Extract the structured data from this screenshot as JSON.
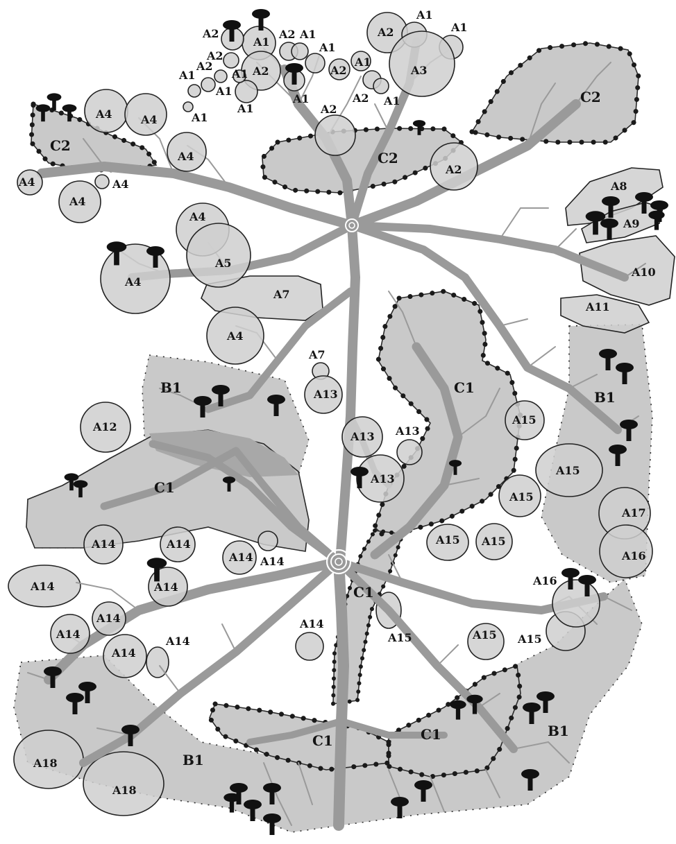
{
  "zones": {
    "c2_left": "C2",
    "c2_center": "C2",
    "c2_right": "C2",
    "c1_left": "C1",
    "c1_right": "C1",
    "c1_trunk": "C1",
    "c1_bottom_left": "C1",
    "c1_bottom_right": "C1",
    "b1_left": "B1",
    "b1_right": "B1",
    "b1_bottom": "B1",
    "b1_bottom_right": "B1"
  },
  "areas": {
    "a1": "A1",
    "a2": "A2",
    "a3": "A3",
    "a4": "A4",
    "a5": "A5",
    "a7": "A7",
    "a8": "A8",
    "a9": "A9",
    "a10": "A10",
    "a11": "A11",
    "a12": "A12",
    "a13": "A13",
    "a14": "A14",
    "a15": "A15",
    "a16": "A16",
    "a17": "A17",
    "a18": "A18"
  }
}
